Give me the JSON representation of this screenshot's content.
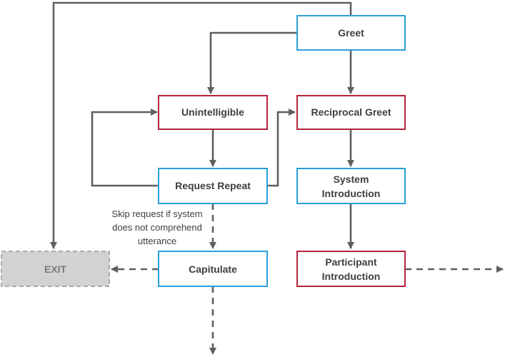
{
  "nodes": {
    "greet": "Greet",
    "unintelligible": "Unintelligible",
    "reciprocal_greet": "Reciprocal Greet",
    "request_repeat": "Request Repeat",
    "system_introduction": [
      "System",
      "Introduction"
    ],
    "capitulate": "Capitulate",
    "participant_introduction": [
      "Participant",
      "Introduction"
    ],
    "exit": "EXIT"
  },
  "annotation": [
    "Skip request if system",
    "does not comprehend",
    "utterance"
  ],
  "colors": {
    "blue_border": "#2a9fd8",
    "red_border": "#b5213a",
    "edge": "#5f5f5f",
    "exit_fill": "#d2d2d2",
    "text": "#3e3e3e"
  }
}
